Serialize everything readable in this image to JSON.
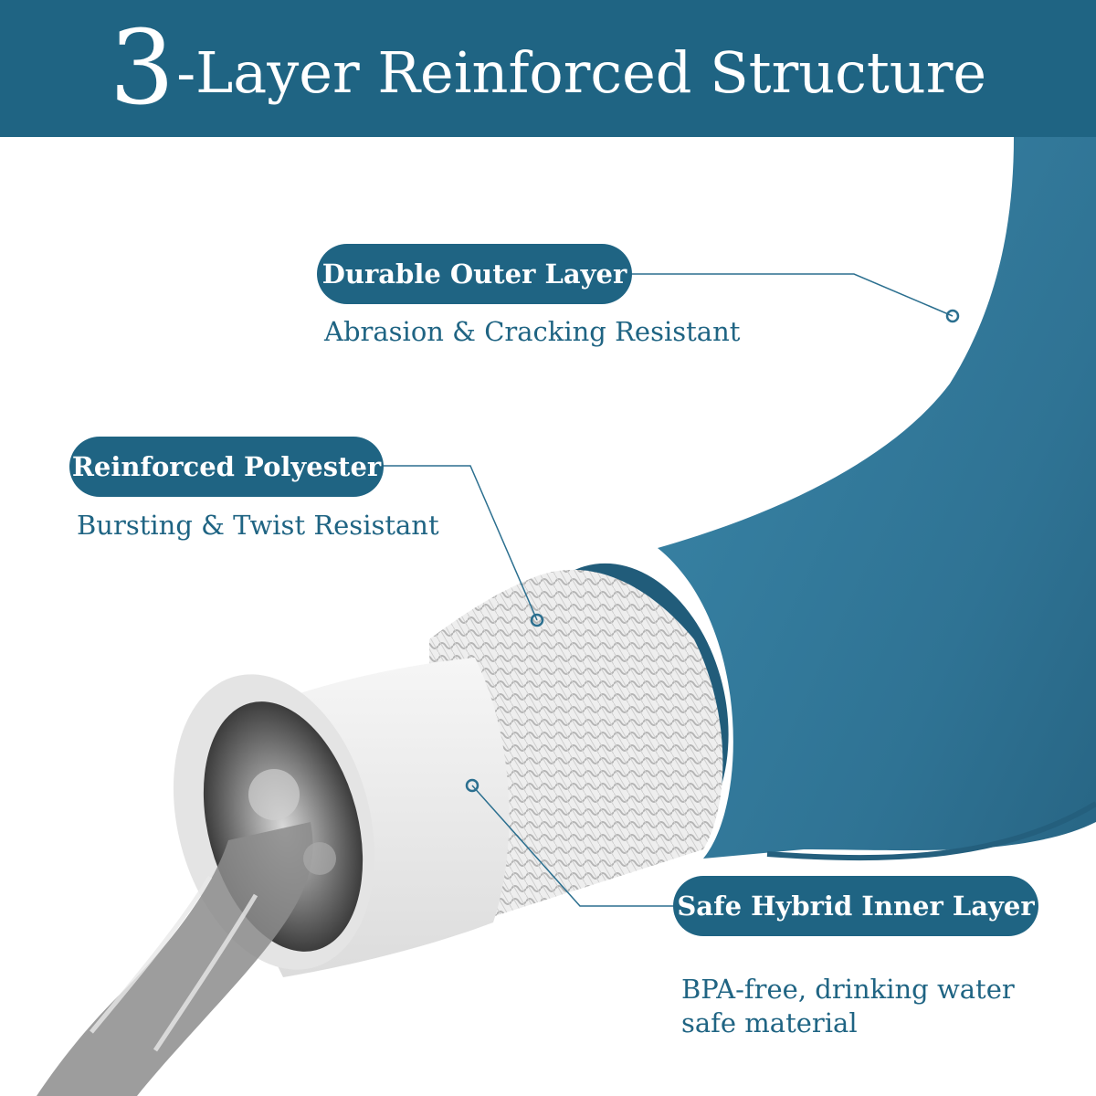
{
  "banner": {
    "title_number": "3",
    "title_text": "-Layer Reinforced Structure"
  },
  "callouts": [
    {
      "label": "Durable Outer Layer",
      "description": "Abrasion & Cracking Resistant"
    },
    {
      "label": "Reinforced Polyester",
      "description": "Bursting & Twist Resistant"
    },
    {
      "label": "Safe Hybrid Inner Layer",
      "description_line1": "BPA-free, drinking water",
      "description_line2": "safe material"
    }
  ],
  "colors": {
    "brand_blue": "#1f6483",
    "hose_blue": "#2f7394",
    "inner_white": "#eeeeee",
    "background": "#ffffff"
  }
}
